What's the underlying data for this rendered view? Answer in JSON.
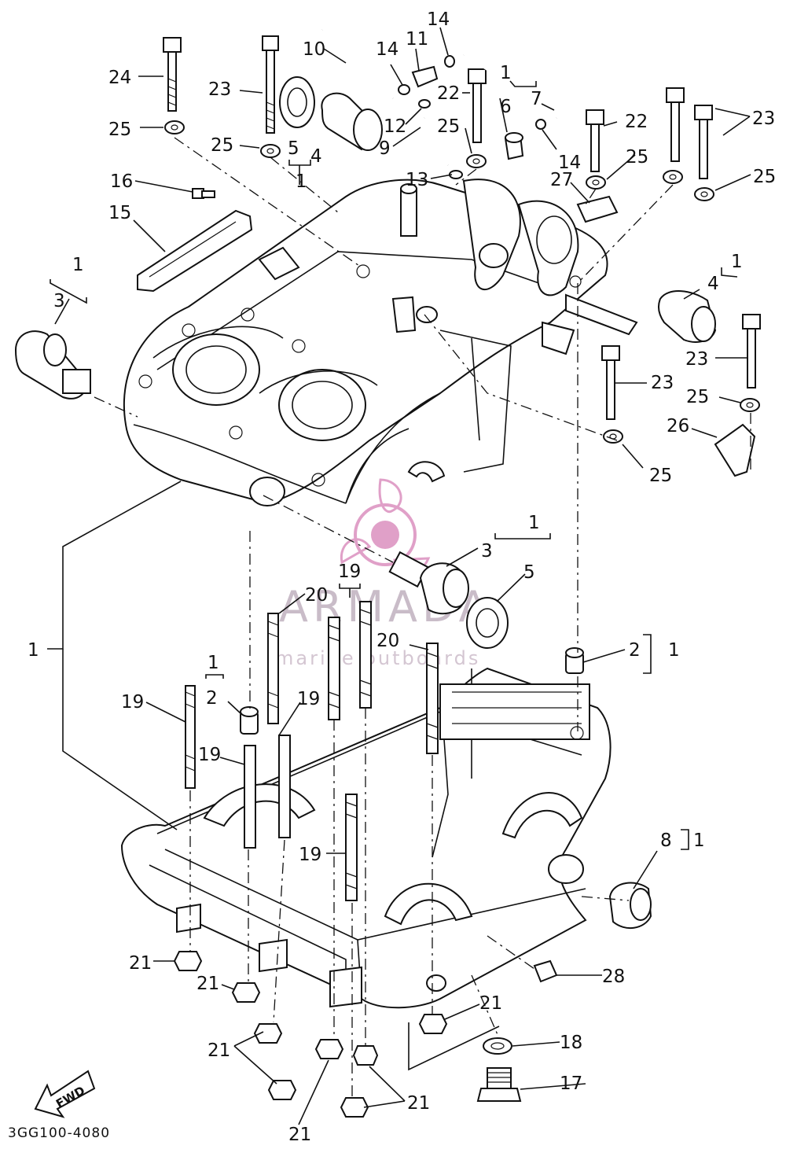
{
  "diagram": {
    "code": "3GG100-4080",
    "direction_label": "FWD",
    "watermark": {
      "brand": "ARMADA",
      "tagline": "marine outboards",
      "accent": "#e0a0c8"
    },
    "callouts": [
      {
        "id": "24",
        "text": "24"
      },
      {
        "id": "23a",
        "text": "23"
      },
      {
        "id": "25a",
        "text": "25"
      },
      {
        "id": "25b",
        "text": "25"
      },
      {
        "id": "5a",
        "text": "5"
      },
      {
        "id": "4a",
        "text": "4"
      },
      {
        "id": "1a",
        "text": "1"
      },
      {
        "id": "10",
        "text": "10"
      },
      {
        "id": "14a",
        "text": "14"
      },
      {
        "id": "11",
        "text": "11"
      },
      {
        "id": "14b",
        "text": "14"
      },
      {
        "id": "1b",
        "text": "1"
      },
      {
        "id": "7",
        "text": "7"
      },
      {
        "id": "12",
        "text": "12"
      },
      {
        "id": "22a",
        "text": "22"
      },
      {
        "id": "6",
        "text": "6"
      },
      {
        "id": "25c",
        "text": "25"
      },
      {
        "id": "9",
        "text": "9"
      },
      {
        "id": "14c",
        "text": "14"
      },
      {
        "id": "13",
        "text": "13"
      },
      {
        "id": "22b",
        "text": "22"
      },
      {
        "id": "23b",
        "text": "23"
      },
      {
        "id": "25d",
        "text": "25"
      },
      {
        "id": "25e",
        "text": "25"
      },
      {
        "id": "27",
        "text": "27"
      },
      {
        "id": "16",
        "text": "16"
      },
      {
        "id": "15",
        "text": "15"
      },
      {
        "id": "1c",
        "text": "1"
      },
      {
        "id": "3a",
        "text": "3"
      },
      {
        "id": "1d",
        "text": "1"
      },
      {
        "id": "4b",
        "text": "4"
      },
      {
        "id": "23c",
        "text": "23"
      },
      {
        "id": "23d",
        "text": "23"
      },
      {
        "id": "25f",
        "text": "25"
      },
      {
        "id": "26",
        "text": "26"
      },
      {
        "id": "25g",
        "text": "25"
      },
      {
        "id": "1e",
        "text": "1"
      },
      {
        "id": "3b",
        "text": "3"
      },
      {
        "id": "19a",
        "text": "19"
      },
      {
        "id": "5b",
        "text": "5"
      },
      {
        "id": "20a",
        "text": "20"
      },
      {
        "id": "20b",
        "text": "20"
      },
      {
        "id": "2a",
        "text": "2"
      },
      {
        "id": "1f",
        "text": "1"
      },
      {
        "id": "1g",
        "text": "1"
      },
      {
        "id": "1h",
        "text": "1"
      },
      {
        "id": "2b",
        "text": "2"
      },
      {
        "id": "19b",
        "text": "19"
      },
      {
        "id": "19c",
        "text": "19"
      },
      {
        "id": "19d",
        "text": "19"
      },
      {
        "id": "19e",
        "text": "19"
      },
      {
        "id": "8",
        "text": "8"
      },
      {
        "id": "1i",
        "text": "1"
      },
      {
        "id": "21a",
        "text": "21"
      },
      {
        "id": "21b",
        "text": "21"
      },
      {
        "id": "28",
        "text": "28"
      },
      {
        "id": "21c",
        "text": "21"
      },
      {
        "id": "18",
        "text": "18"
      },
      {
        "id": "21d",
        "text": "21"
      },
      {
        "id": "17",
        "text": "17"
      },
      {
        "id": "21e",
        "text": "21"
      },
      {
        "id": "21f",
        "text": "21"
      }
    ]
  }
}
